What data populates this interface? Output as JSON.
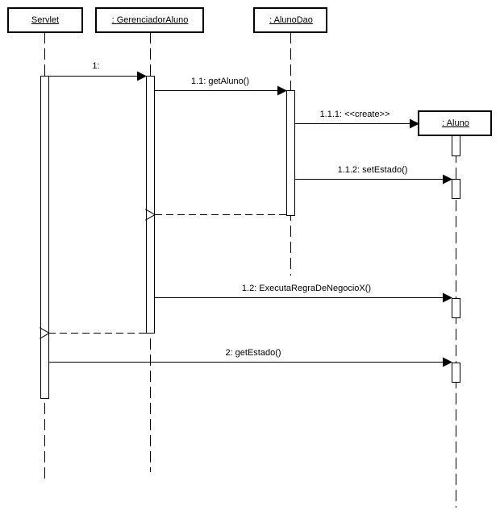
{
  "diagram": {
    "type": "UML sequence diagram",
    "colors": {
      "line": "#000000",
      "background": "#ffffff"
    },
    "participants": [
      {
        "id": "servlet",
        "label": "Servlet"
      },
      {
        "id": "gerenciador",
        "label": ": GerenciadorAluno"
      },
      {
        "id": "alunodao",
        "label": ": AlunoDao"
      },
      {
        "id": "aluno",
        "label": ": Aluno",
        "created_by": "1.1.1"
      }
    ],
    "messages": [
      {
        "seq": "1",
        "label": "1:",
        "from": "servlet",
        "to": "gerenciador",
        "kind": "sync"
      },
      {
        "seq": "1.1",
        "label": "1.1: getAluno()",
        "from": "gerenciador",
        "to": "alunodao",
        "kind": "sync"
      },
      {
        "seq": "1.1.1",
        "label": "1.1.1: <<create>>",
        "from": "alunodao",
        "to": "aluno",
        "kind": "create"
      },
      {
        "seq": "1.1.2",
        "label": "1.1.2: setEstado()",
        "from": "alunodao",
        "to": "aluno",
        "kind": "sync"
      },
      {
        "seq": "r1",
        "label": "",
        "from": "alunodao",
        "to": "gerenciador",
        "kind": "return"
      },
      {
        "seq": "1.2",
        "label": "1.2: ExecutaRegraDeNegocioX()",
        "from": "gerenciador",
        "to": "aluno",
        "kind": "sync"
      },
      {
        "seq": "r2",
        "label": "",
        "from": "gerenciador",
        "to": "servlet",
        "kind": "return"
      },
      {
        "seq": "2",
        "label": "2: getEstado()",
        "from": "servlet",
        "to": "aluno",
        "kind": "sync"
      }
    ]
  }
}
